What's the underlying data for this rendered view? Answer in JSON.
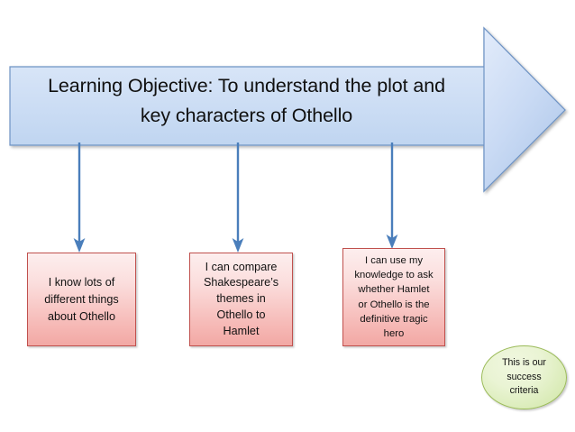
{
  "slide": {
    "background_color": "#ffffff"
  },
  "banner": {
    "name": "learning-objective-arrow",
    "text": "Learning Objective: To understand the plot and\nkey characters of Othello",
    "fill_top_color": "#dbe7f8",
    "fill_bottom_color": "#b7cdee",
    "border_color": "#6e93c4"
  },
  "connectors": [
    {
      "name": "connector-arrow-1"
    },
    {
      "name": "connector-arrow-2"
    },
    {
      "name": "connector-arrow-3"
    }
  ],
  "criteria_boxes": [
    {
      "name": "criteria-box-1",
      "text": "I know lots of\ndifferent things\nabout Othello",
      "fill_top_color": "#fdeeee",
      "fill_bottom_color": "#f2a8a4",
      "border_color": "#c0504d"
    },
    {
      "name": "criteria-box-2",
      "text": "I can compare\nShakespeare’s\nthemes in\nOthello to\nHamlet",
      "fill_top_color": "#fdeeee",
      "fill_bottom_color": "#f2a8a4",
      "border_color": "#c0504d"
    },
    {
      "name": "criteria-box-3",
      "text": "I can use my\nknowledge to ask\nwhether Hamlet\nor Othello is the\ndefinitive tragic\nhero",
      "fill_top_color": "#fdeeee",
      "fill_bottom_color": "#f2a8a4",
      "border_color": "#c0504d"
    }
  ],
  "success_note": {
    "name": "success-criteria-oval",
    "text": "This is our\nsuccess\ncriteria",
    "fill_color": "#e3f0c8",
    "border_color": "#9bbb59"
  }
}
